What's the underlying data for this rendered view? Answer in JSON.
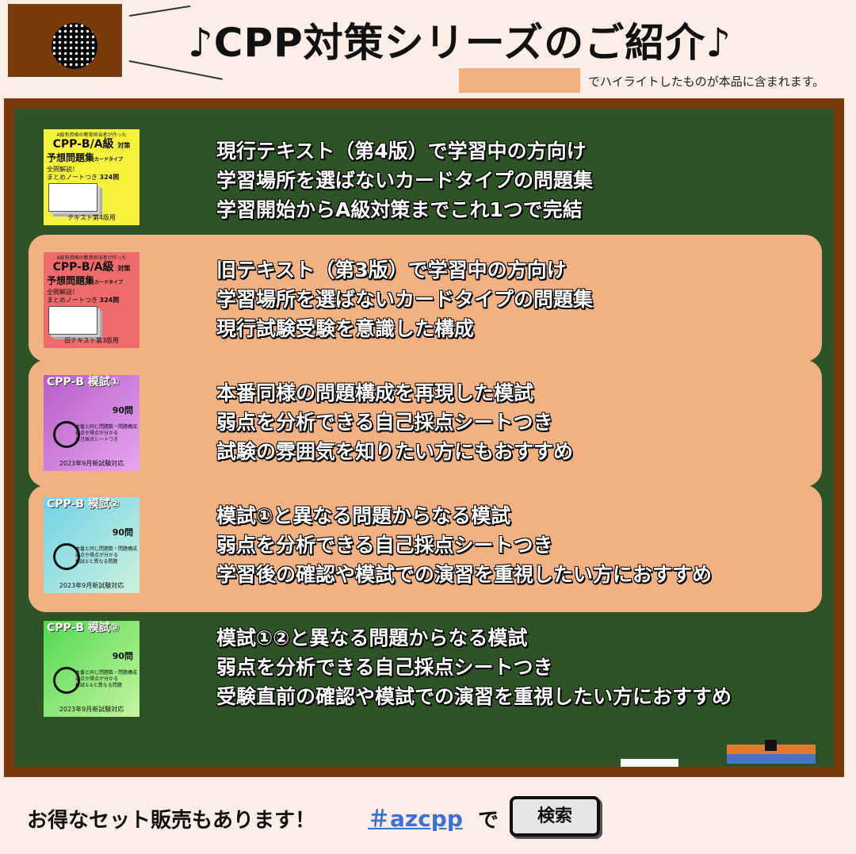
{
  "header": {
    "title": "♪CPP対策シリーズのご紹介♪",
    "legend_text": "でハイライトしたものが本品に含まれます。"
  },
  "colors": {
    "highlight": "#f2b183",
    "board_frame": "#7a3a0c",
    "board": "#2e5326",
    "hashtag": "#3d6fd6"
  },
  "products": [
    {
      "highlighted": false,
      "lines": [
        "現行テキスト（第4版）で学習中の方向け",
        "学習場所を選ばないカードタイプの問題集",
        "学習開始からA級対策までこれ1つで完結"
      ],
      "cover": {
        "caption": "A級有資格の教育担当者が作った",
        "title": "CPP-B/A級",
        "tag": "対策",
        "subtitle": "予想問題集",
        "subtag": "カードタイプ",
        "desc1": "全問解説！",
        "desc2": "まとめノートつき",
        "count": "324問",
        "bottom": "テキスト第4版用"
      }
    },
    {
      "highlighted": true,
      "lines": [
        "旧テキスト（第3版）で学習中の方向け",
        "学習場所を選ばないカードタイプの問題集",
        "現行試験受験を意識した構成"
      ],
      "cover": {
        "caption": "A級有資格の教育担当者が作った",
        "title": "CPP-B/A級",
        "tag": "対策",
        "subtitle": "予想問題集",
        "subtag": "カードタイプ",
        "desc1": "全問解説！",
        "desc2": "まとめノートつき",
        "count": "324問",
        "bottom": "旧テキスト第3版用"
      }
    },
    {
      "highlighted": true,
      "lines": [
        "本番同様の問題構成を再現した模試",
        "弱点を分析できる自己採点シートつき",
        "試験の雰囲気を知りたい方にもおすすめ"
      ],
      "cover": {
        "title": "CPP-B 模試①",
        "count": "90問",
        "sub1": "本番と同じ問題数・問題構成",
        "sub2": "弱点や得点が分かる",
        "sub3": "自己採点シートつき",
        "bottom": "2023年9月新試験対応"
      }
    },
    {
      "highlighted": true,
      "lines": [
        "模試①と異なる問題からなる模試",
        "弱点を分析できる自己採点シートつき",
        "学習後の確認や模試での演習を重視したい方におすすめ"
      ],
      "cover": {
        "title": "CPP-B 模試②",
        "count": "90問",
        "sub1": "本番と同じ問題数・問題構成",
        "sub2": "弱点や得点が分かる",
        "sub3": "模試①と異なる問題",
        "bottom": "2023年9月新試験対応"
      }
    },
    {
      "highlighted": false,
      "lines": [
        "模試①②と異なる問題からなる模試",
        "弱点を分析できる自己採点シートつき",
        "受験直前の確認や模試での演習を重視したい方におすすめ"
      ],
      "cover": {
        "title": "CPP-B 模試③",
        "count": "90問",
        "sub1": "本番と同じ問題数・問題構成",
        "sub2": "弱点や得点が分かる",
        "sub3": "模試①②と異なる問題",
        "bottom": "2023年9月新試験対応"
      }
    }
  ],
  "footer": {
    "text": "お得なセット販売もあります！",
    "hashtag": "＃azcpp",
    "de": "で",
    "search_button": "検索"
  }
}
